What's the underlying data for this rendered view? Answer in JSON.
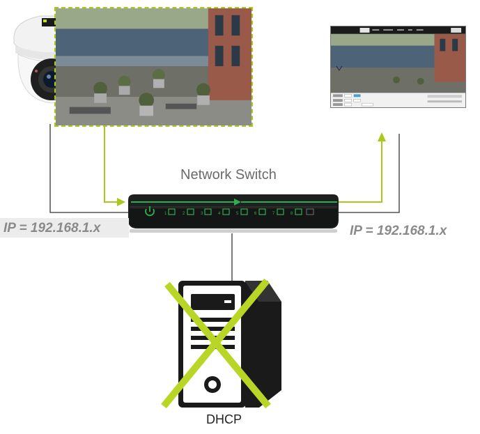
{
  "diagram": {
    "switch_title": "Network Switch",
    "ip_left": "IP = 192.168.1.x",
    "ip_right": "IP = 192.168.1.x",
    "server_label": "DHCP"
  },
  "colors": {
    "accent_green": "#a8c81a",
    "cross_green": "#b9d526",
    "wire": "#333333",
    "label_gray": "#8a8a8a",
    "switch_body": "#1e1f1f",
    "switch_led": "#2fae4f"
  }
}
